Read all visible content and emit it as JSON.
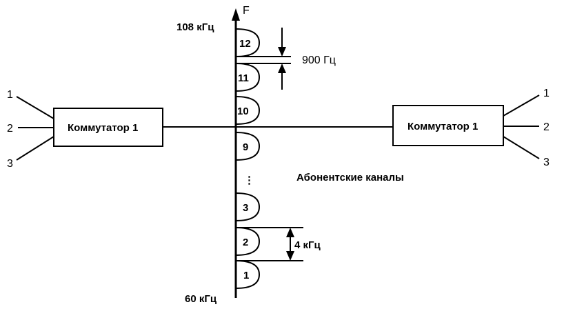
{
  "axis": {
    "label": "F",
    "top_label": "108 кГц",
    "bottom_label": "60 кГц"
  },
  "switch_left": {
    "label": "Коммутатор 1",
    "inputs": [
      "1",
      "2",
      "3"
    ]
  },
  "switch_right": {
    "label": "Коммутатор 1",
    "outputs": [
      "1",
      "2",
      "3"
    ]
  },
  "channels": [
    {
      "number": "12"
    },
    {
      "number": "11"
    },
    {
      "number": "10"
    },
    {
      "number": "9"
    },
    {
      "number": "3"
    },
    {
      "number": "2"
    },
    {
      "number": "1"
    }
  ],
  "ellipsis": "⋮",
  "guard_band_label": "900 Гц",
  "channel_width_label": "4 кГц",
  "channels_caption": "Абонентские каналы"
}
